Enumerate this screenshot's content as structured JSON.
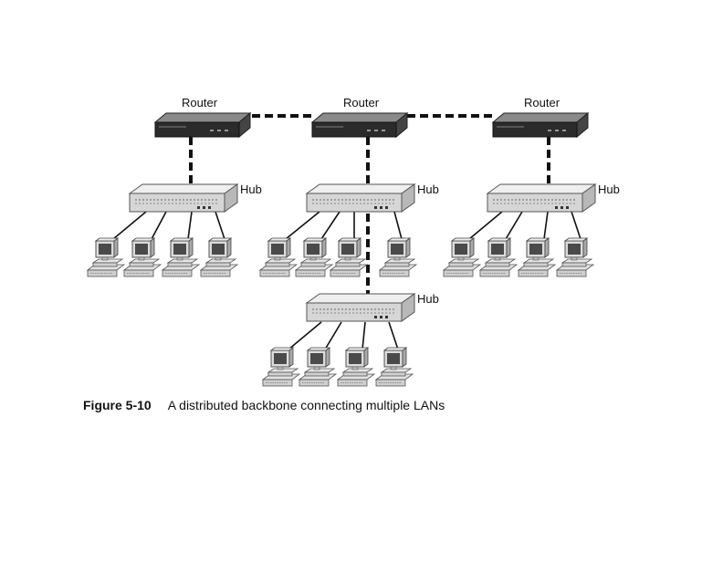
{
  "labels": {
    "router": "Router",
    "hub": "Hub"
  },
  "caption": {
    "number": "Figure 5-10",
    "text": "A distributed backbone connecting multiple LANs"
  },
  "colors": {
    "router_body": "#2a2a2a",
    "router_top": "#7a7a7a",
    "hub_body": "#d4d4d4",
    "hub_top": "#ececec",
    "backbone_line": "#111111",
    "cable": "#111111"
  },
  "icons": {
    "router": "router-icon",
    "hub": "hub-icon",
    "workstation": "workstation-icon"
  }
}
